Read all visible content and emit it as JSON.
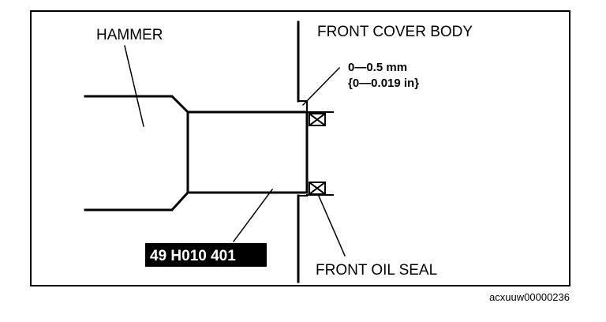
{
  "labels": {
    "hammer": "HAMMER",
    "front_cover_body": "FRONT COVER BODY",
    "clearance_mm": "0—0.5 mm",
    "clearance_in": "{0—0.019 in}",
    "part_number": "49 H010 401",
    "front_oil_seal": "FRONT OIL SEAL",
    "figure_id": "acxuuw00000236"
  },
  "colors": {
    "line": "#000000",
    "background": "#ffffff",
    "part_number_bg": "#000000",
    "part_number_text": "#ffffff"
  }
}
